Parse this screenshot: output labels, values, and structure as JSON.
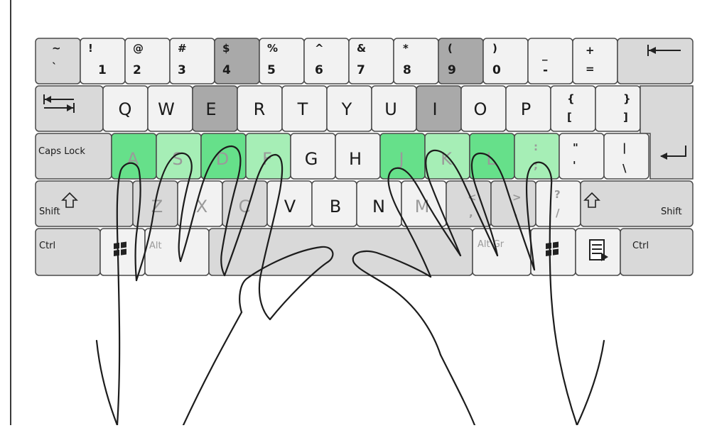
{
  "colors": {
    "key_border": "#4a4a4a",
    "key_light": "#f2f2f2",
    "key_grey": "#d9d9d9",
    "key_dark": "#a9a9a9",
    "home_row_green": "#66e08a",
    "home_row_green_light": "#a6eeb6",
    "hand_outline": "#1c1c1c"
  },
  "icons": {
    "tab": "tab-arrows-icon",
    "backspace": "backspace-arrow-icon",
    "shift": "shift-arrow-icon",
    "enter": "enter-arrow-icon",
    "windows": "windows-logo-icon",
    "menu": "context-menu-icon"
  },
  "keys": {
    "number_row": [
      {
        "top": "~",
        "bottom": "`"
      },
      {
        "top": "!",
        "bottom": "1"
      },
      {
        "top": "@",
        "bottom": "2"
      },
      {
        "top": "#",
        "bottom": "3"
      },
      {
        "top": "$",
        "bottom": "4"
      },
      {
        "top": "%",
        "bottom": "5"
      },
      {
        "top": "^",
        "bottom": "6"
      },
      {
        "top": "&",
        "bottom": "7"
      },
      {
        "top": "*",
        "bottom": "8"
      },
      {
        "top": "(",
        "bottom": "9"
      },
      {
        "top": ")",
        "bottom": "0"
      },
      {
        "top": "_",
        "bottom": "-"
      },
      {
        "top": "+",
        "bottom": "="
      }
    ],
    "top_row": [
      "Q",
      "W",
      "E",
      "R",
      "T",
      "Y",
      "U",
      "I",
      "O",
      "P"
    ],
    "bracket_left": {
      "top": "{",
      "bottom": "["
    },
    "bracket_right": {
      "top": "}",
      "bottom": "]"
    },
    "home_row": [
      "A",
      "S",
      "D",
      "F",
      "G",
      "H",
      "J",
      "K",
      "L"
    ],
    "semicolon": {
      "top": ":",
      "bottom": ";"
    },
    "quote": {
      "top": "\"",
      "bottom": "'"
    },
    "backslash": {
      "top": "|",
      "bottom": "\\"
    },
    "bottom_row": [
      "Z",
      "X",
      "C",
      "V",
      "B",
      "N",
      "M"
    ],
    "comma": {
      "top": "<",
      "bottom": ","
    },
    "period": {
      "top": ">",
      "bottom": "."
    },
    "slash": {
      "top": "?",
      "bottom": "/"
    },
    "caps_lock": "Caps Lock",
    "shift_left": "Shift",
    "shift_right": "Shift",
    "ctrl_left": "Ctrl",
    "ctrl_right": "Ctrl",
    "alt": "Alt",
    "alt_gr": "Alt Gr"
  }
}
